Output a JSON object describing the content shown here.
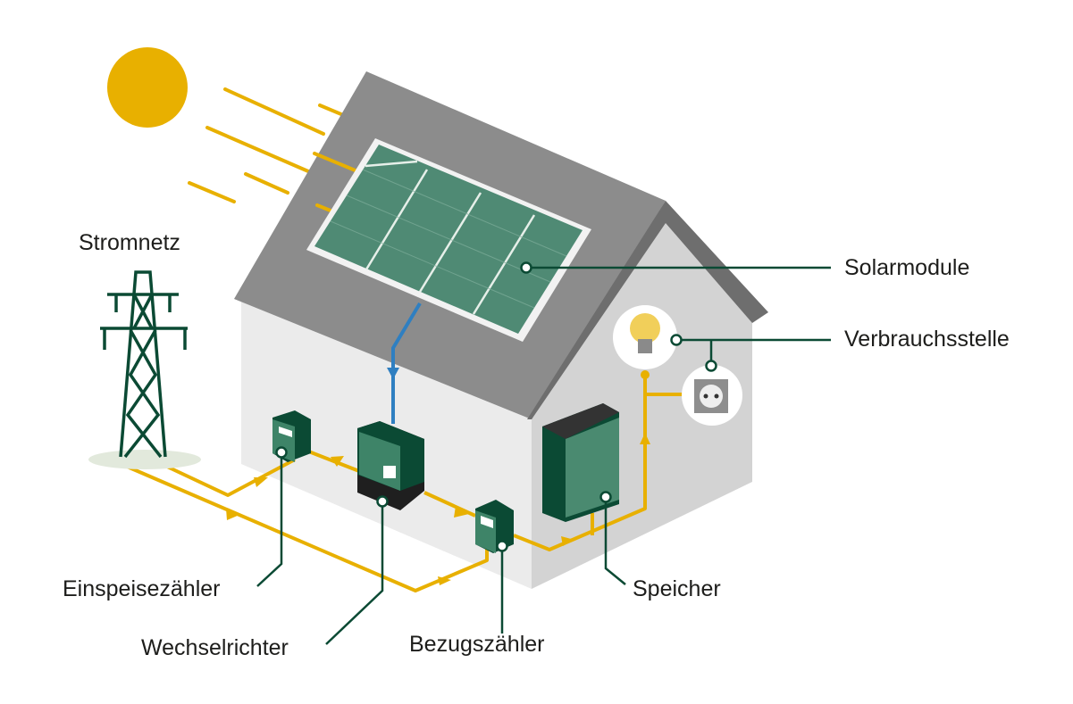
{
  "labels": {
    "grid": "Stromnetz",
    "solar_modules": "Solarmodule",
    "consumption_point": "Verbrauchsstelle",
    "feed_in_meter": "Einspeisezähler",
    "inverter": "Wechselrichter",
    "consumption_meter": "Bezugszähler",
    "storage": "Speicher"
  },
  "colors": {
    "sun": "#e8b000",
    "power_line": "#e8b000",
    "dc_line": "#2f7fc1",
    "leader": "#0b4a34",
    "device_green": "#3e8468",
    "roof": "#8c8c8c",
    "wall_front": "#ebebeb",
    "wall_side": "#d3d3d3"
  },
  "icons": [
    "sun-icon",
    "power-tower-icon",
    "solar-panel-icon",
    "inverter-icon",
    "meter-icon",
    "battery-storage-icon",
    "light-bulb-icon",
    "power-socket-icon"
  ]
}
